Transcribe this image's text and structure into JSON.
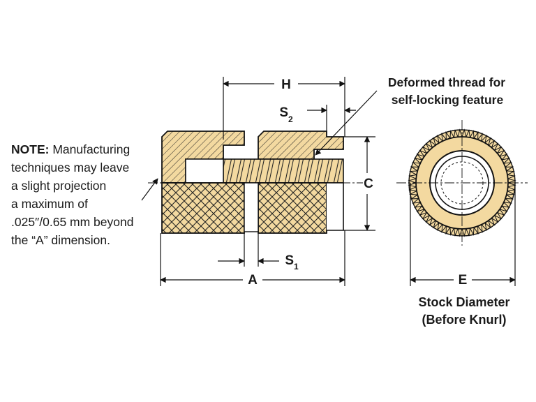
{
  "labels": {
    "H": "H",
    "S2_base": "S",
    "S2_sub": "2",
    "C": "C",
    "S1_base": "S",
    "S1_sub": "1",
    "A": "A",
    "E": "E"
  },
  "callout": {
    "line1": "Deformed thread for",
    "line2": "self-locking feature"
  },
  "note": {
    "bold": "NOTE:",
    "line1_rest": " Manufacturing",
    "line2": "techniques may leave",
    "line3": "a slight projection",
    "line4": "a maximum of",
    "line5": ".025″/0.65 mm beyond",
    "line6": "the “A” dimension."
  },
  "stock": {
    "line1": "Stock Diameter",
    "line2": "(Before Knurl)"
  },
  "colors": {
    "fill": "#f3d9a0",
    "ink": "#111111"
  }
}
